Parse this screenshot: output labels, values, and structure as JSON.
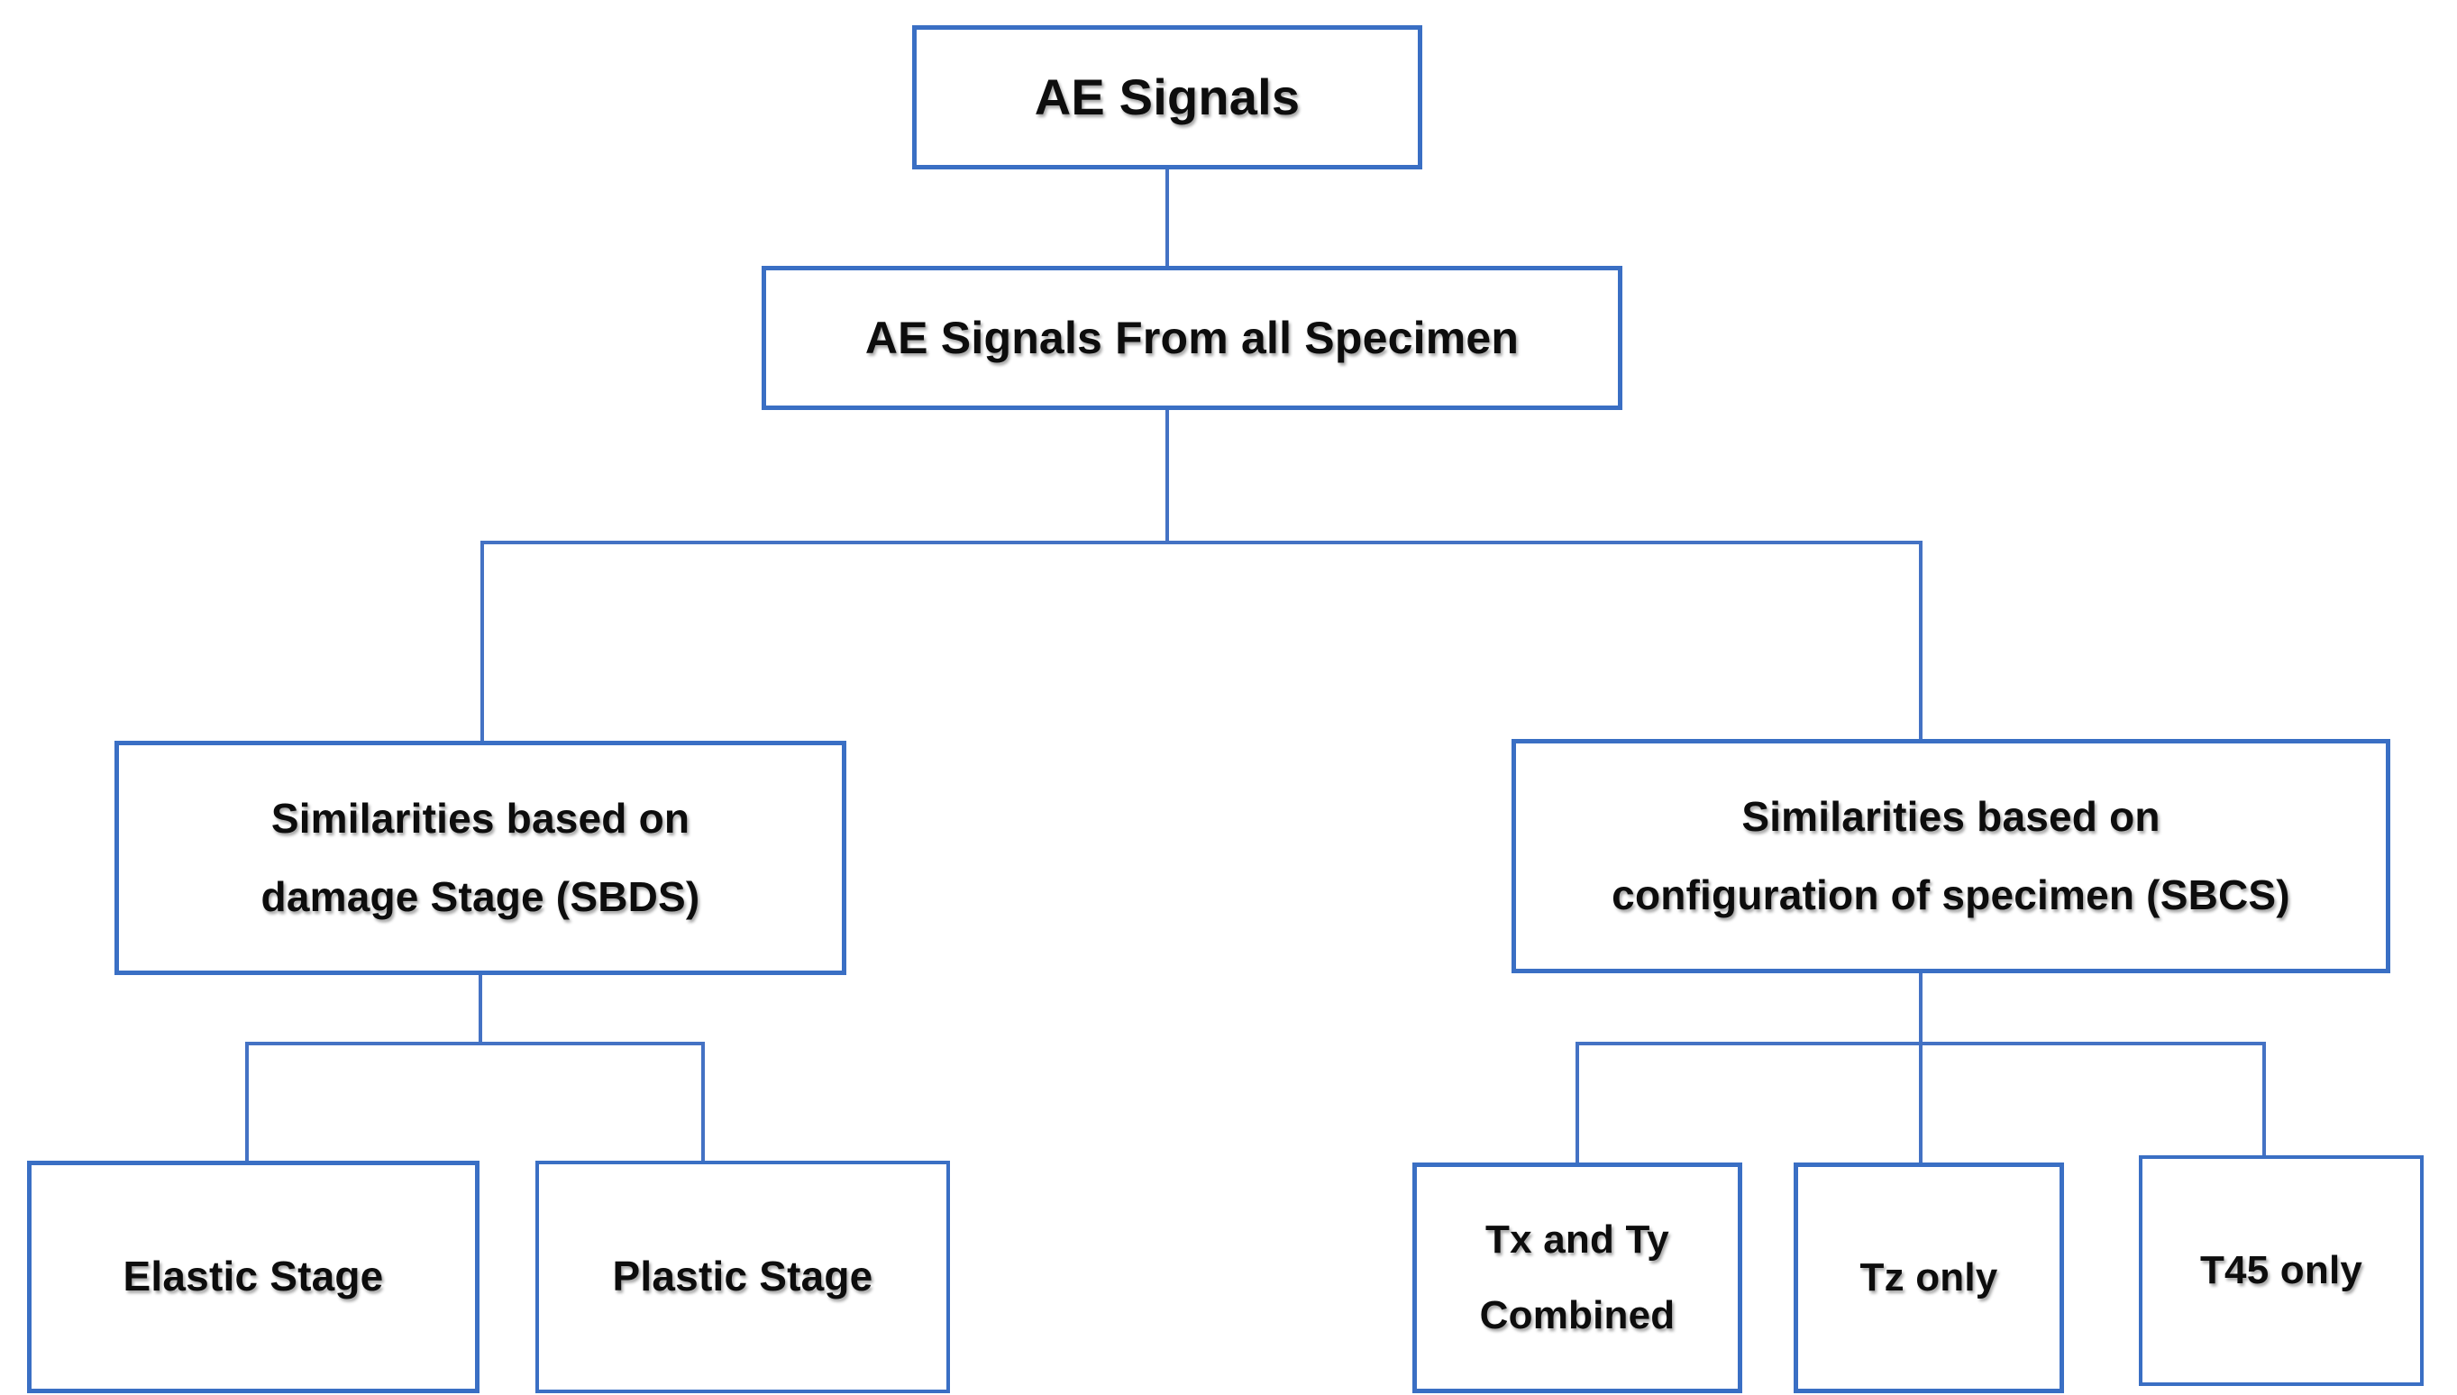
{
  "diagram": {
    "title": "AE Signals classification hierarchy",
    "accent_color": "#4472C4",
    "border_color": "#3A6FC4",
    "text_color": "#0d0d0d",
    "background_color": "#ffffff",
    "levels": [
      {
        "level": 1,
        "nodes": [
          {
            "id": "root",
            "label": "AE Signals"
          }
        ]
      },
      {
        "level": 2,
        "nodes": [
          {
            "id": "all",
            "label": "AE Signals From all Specimen"
          }
        ]
      },
      {
        "level": 3,
        "nodes": [
          {
            "id": "sbds",
            "label": "Similarities based on damage Stage (SBDS)",
            "line1": "Similarities based on",
            "line2": "damage Stage (SBDS)"
          },
          {
            "id": "sbcs",
            "label": "Similarities based on configuration of specimen (SBCS)",
            "line1": "Similarities based on",
            "line2": "configuration of specimen (SBCS)"
          }
        ]
      },
      {
        "level": 4,
        "nodes": [
          {
            "id": "elastic",
            "label": "Elastic Stage",
            "parent": "sbds"
          },
          {
            "id": "plastic",
            "label": "Plastic Stage",
            "parent": "sbds"
          },
          {
            "id": "txty",
            "label": "Tx and Ty Combined",
            "parent": "sbcs",
            "line1": "Tx and Ty",
            "line2": "Combined"
          },
          {
            "id": "tz",
            "label": "Tz only",
            "parent": "sbcs"
          },
          {
            "id": "t45",
            "label": "T45 only",
            "parent": "sbcs"
          }
        ]
      }
    ],
    "edges": [
      {
        "from": "root",
        "to": "all"
      },
      {
        "from": "all",
        "to": "sbds"
      },
      {
        "from": "all",
        "to": "sbcs"
      },
      {
        "from": "sbds",
        "to": "elastic"
      },
      {
        "from": "sbds",
        "to": "plastic"
      },
      {
        "from": "sbcs",
        "to": "txty"
      },
      {
        "from": "sbcs",
        "to": "tz"
      },
      {
        "from": "sbcs",
        "to": "t45"
      }
    ]
  }
}
